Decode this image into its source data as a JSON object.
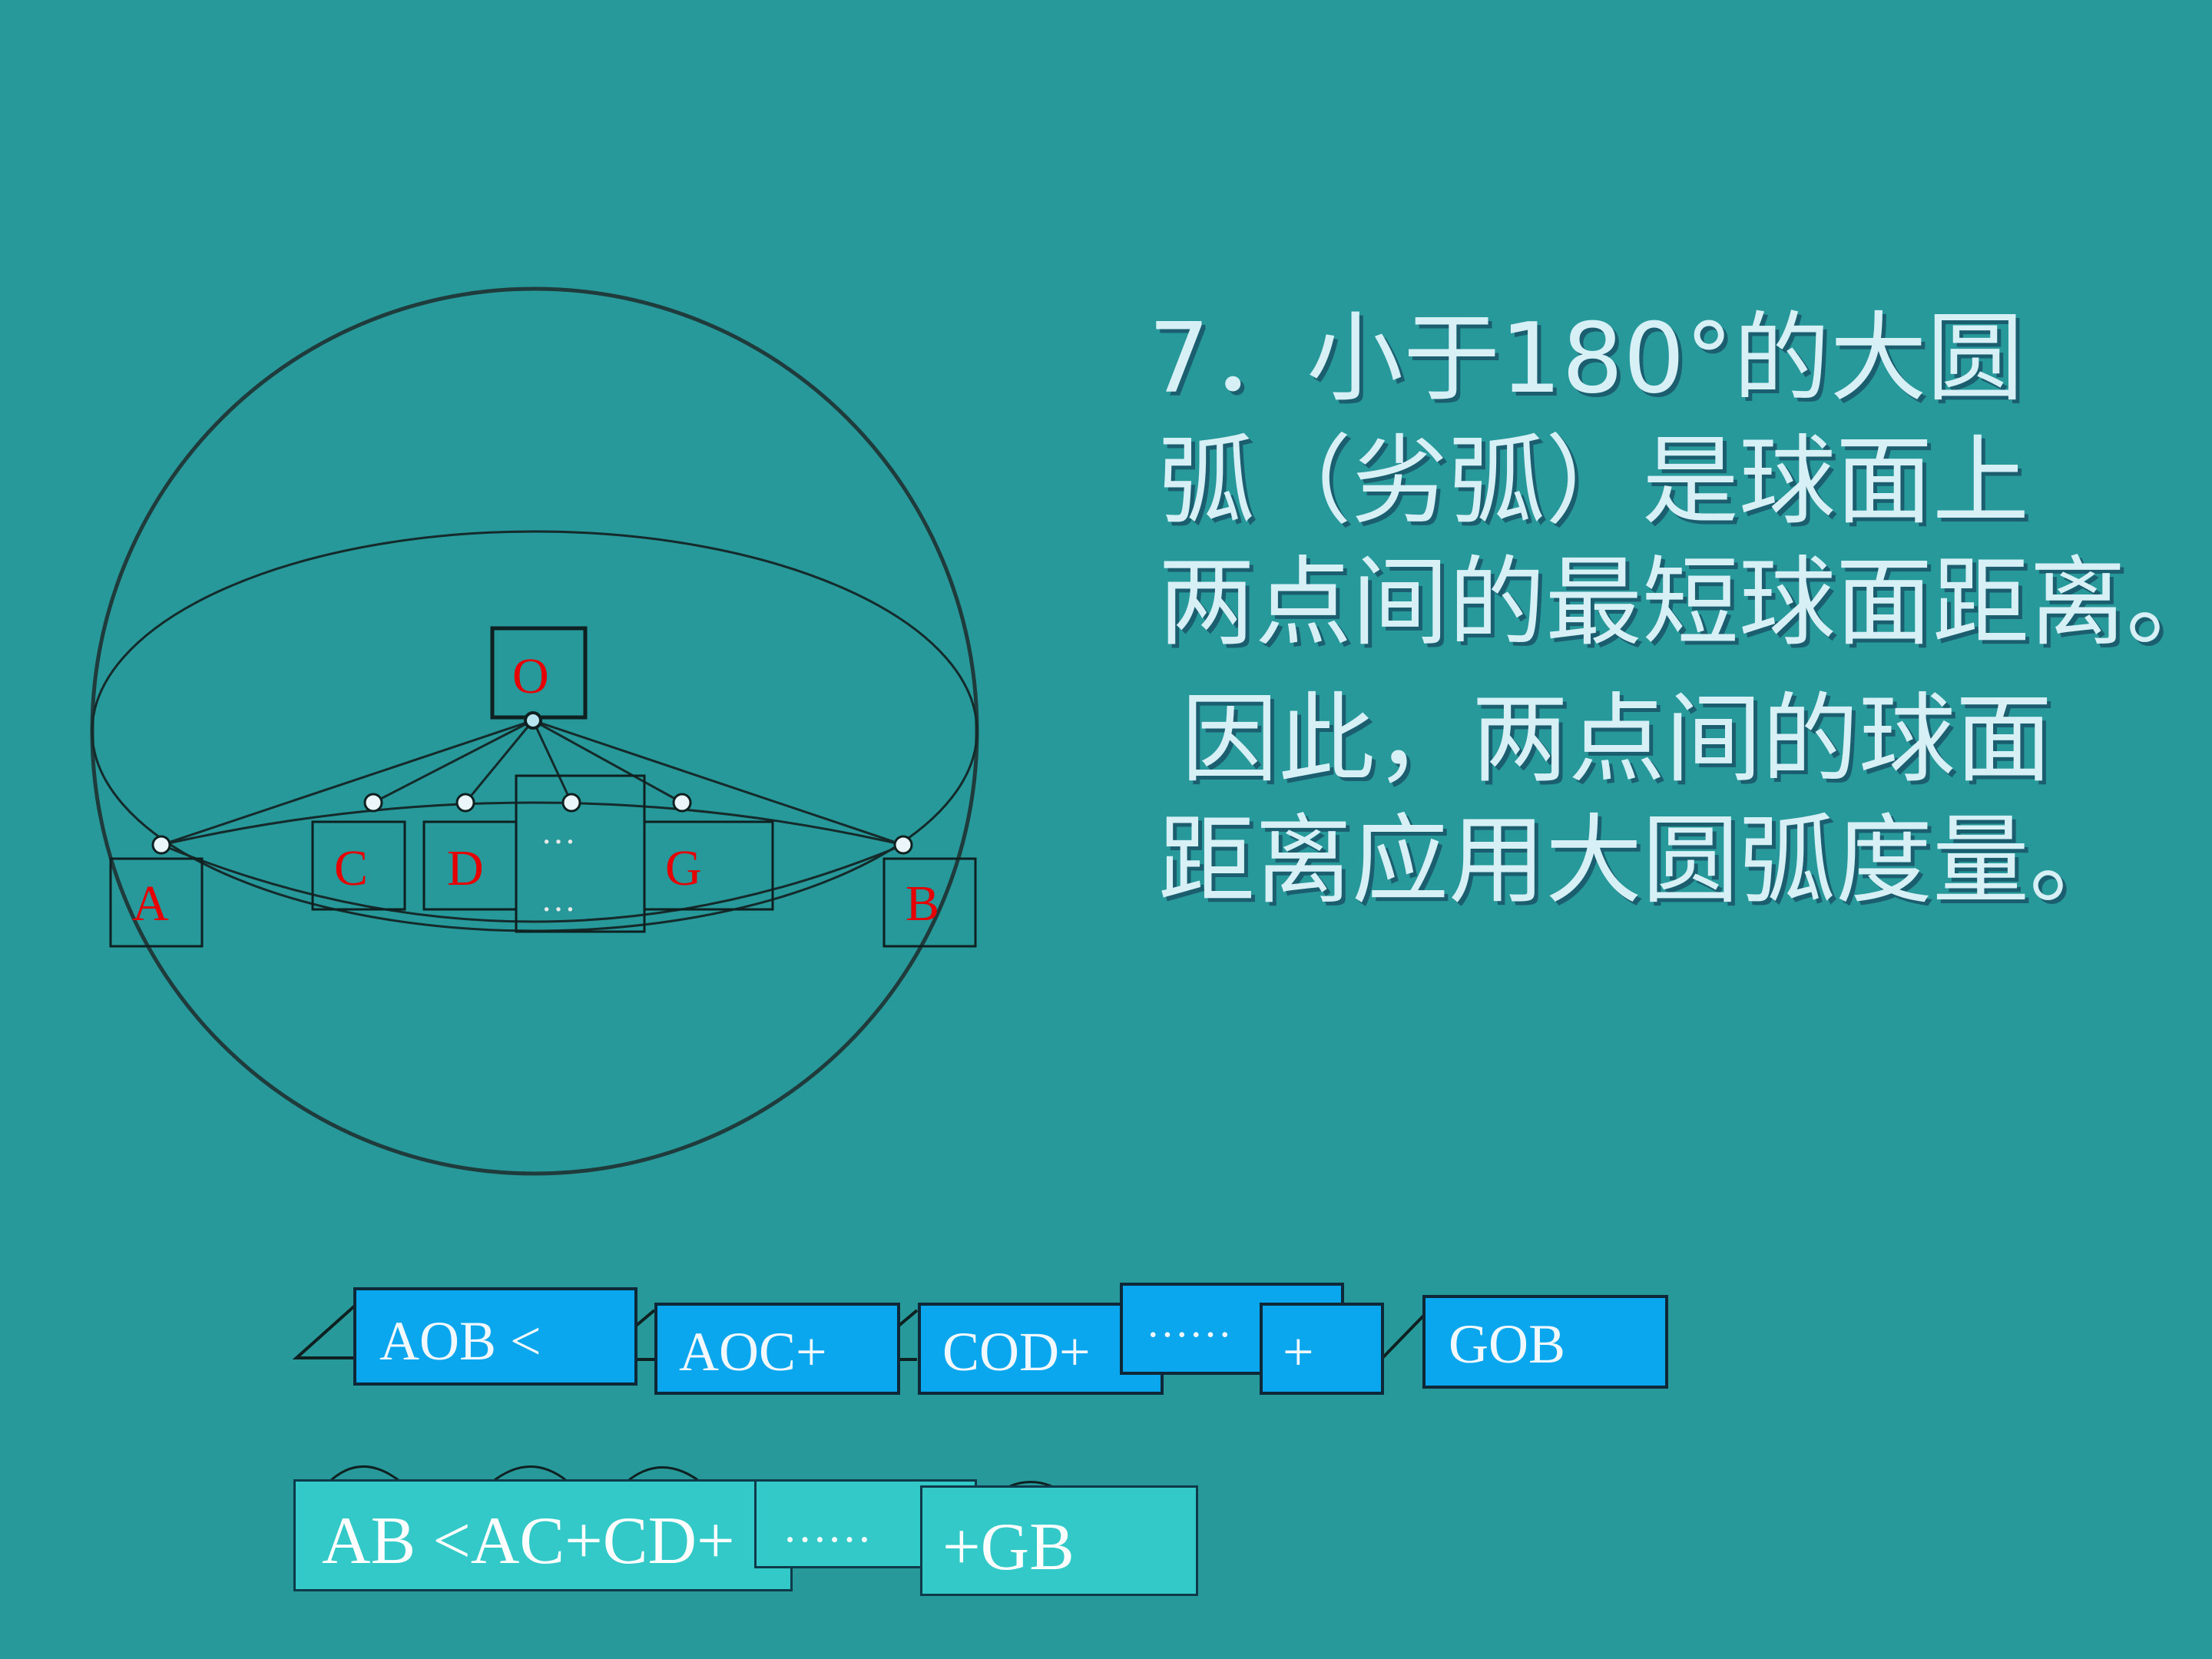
{
  "figure": {
    "labels": {
      "O": "O",
      "A": "A",
      "B": "B",
      "C": "C",
      "D": "D",
      "G": "G"
    },
    "ellipsis_top": "…",
    "ellipsis_bottom": "…"
  },
  "statement": {
    "lines": [
      "7．小于180°的大圆",
      "弧（劣弧）是球面上",
      "两点间的最短球面距离。",
      "因此，两点间的球面",
      "距离应用大圆弧度量。"
    ]
  },
  "angle_inequality": {
    "terms": [
      "AOB <",
      "AOC+",
      "COD+",
      "……",
      "+",
      "GOB"
    ]
  },
  "arc_inequality": {
    "terms": [
      "AB <AC+CD+",
      "……",
      "+GB"
    ]
  }
}
